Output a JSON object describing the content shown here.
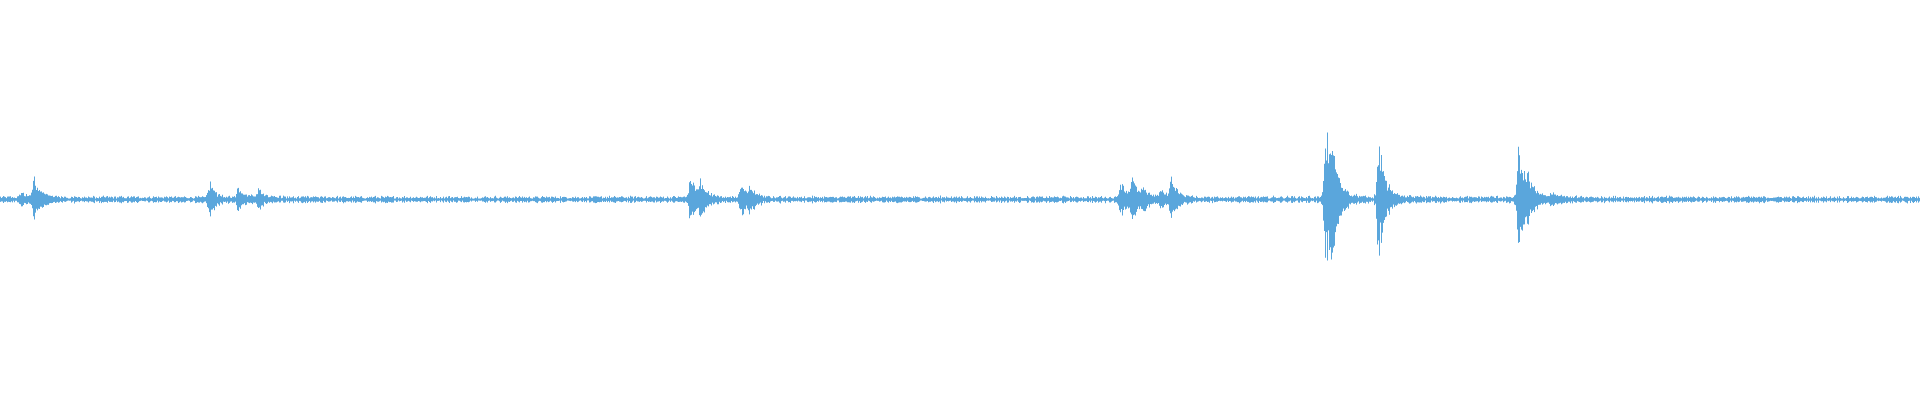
{
  "waveform": {
    "color": "#5aa6dc",
    "background": "#ffffff",
    "baseline_noise": 0.012,
    "bursts": [
      {
        "t": 0.0105,
        "amp": 0.03
      },
      {
        "t": 0.0172,
        "amp": 0.1
      },
      {
        "t": 0.1085,
        "amp": 0.08
      },
      {
        "t": 0.1235,
        "amp": 0.05
      },
      {
        "t": 0.134,
        "amp": 0.045
      },
      {
        "t": 0.359,
        "amp": 0.11
      },
      {
        "t": 0.364,
        "amp": 0.08
      },
      {
        "t": 0.3855,
        "amp": 0.09
      },
      {
        "t": 0.39,
        "amp": 0.04
      },
      {
        "t": 0.583,
        "amp": 0.08
      },
      {
        "t": 0.589,
        "amp": 0.1
      },
      {
        "t": 0.595,
        "amp": 0.05
      },
      {
        "t": 0.604,
        "amp": 0.04
      },
      {
        "t": 0.6095,
        "amp": 0.09
      },
      {
        "t": 0.69,
        "amp": 0.36
      },
      {
        "t": 0.693,
        "amp": 0.2
      },
      {
        "t": 0.7175,
        "amp": 0.3
      },
      {
        "t": 0.7905,
        "amp": 0.26
      },
      {
        "t": 0.795,
        "amp": 0.07
      },
      {
        "t": 0.808,
        "amp": 0.03
      }
    ]
  }
}
